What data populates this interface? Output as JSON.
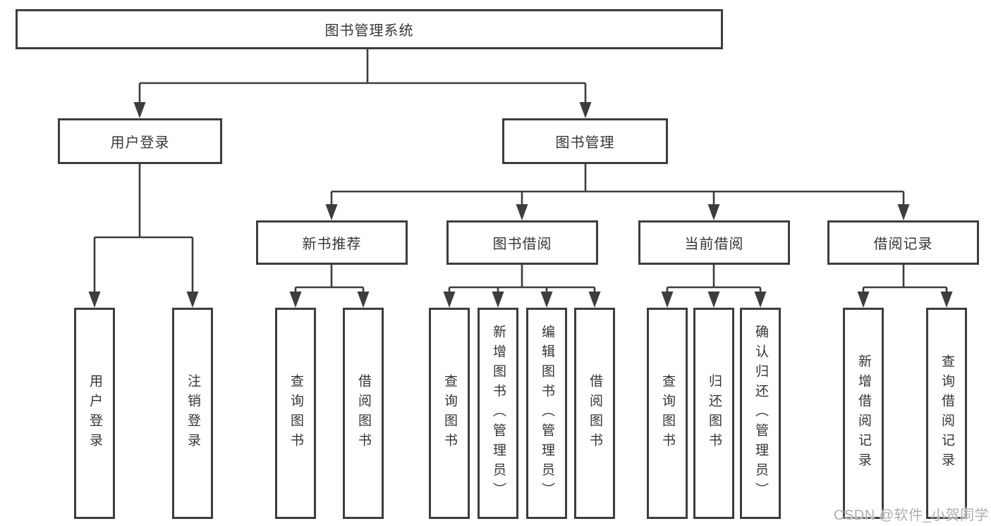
{
  "diagram": {
    "root": {
      "label": "图书管理系统"
    },
    "branches": [
      {
        "label": "用户登录",
        "children": [
          {
            "label": "用户登录"
          },
          {
            "label": "注销登录"
          }
        ]
      },
      {
        "label": "图书管理",
        "children": [
          {
            "label": "新书推荐",
            "children": [
              {
                "label": "查询图书"
              },
              {
                "label": "借阅图书"
              }
            ]
          },
          {
            "label": "图书借阅",
            "children": [
              {
                "label": "查询图书"
              },
              {
                "label": "新增图书（管理员）"
              },
              {
                "label": "编辑图书（管理员）"
              },
              {
                "label": "借阅图书"
              }
            ]
          },
          {
            "label": "当前借阅",
            "children": [
              {
                "label": "查询图书"
              },
              {
                "label": "归还图书"
              },
              {
                "label": "确认归还（管理员）"
              }
            ]
          },
          {
            "label": "借阅记录",
            "children": [
              {
                "label": "新增借阅记录"
              },
              {
                "label": "查询借阅记录"
              }
            ]
          }
        ]
      }
    ]
  },
  "watermark": {
    "text": "CSDN @软件_小贺同学"
  },
  "colors": {
    "line": "#3d3d3d",
    "text": "#363636",
    "background": "#ffffff",
    "watermark": "#aeaeae"
  }
}
